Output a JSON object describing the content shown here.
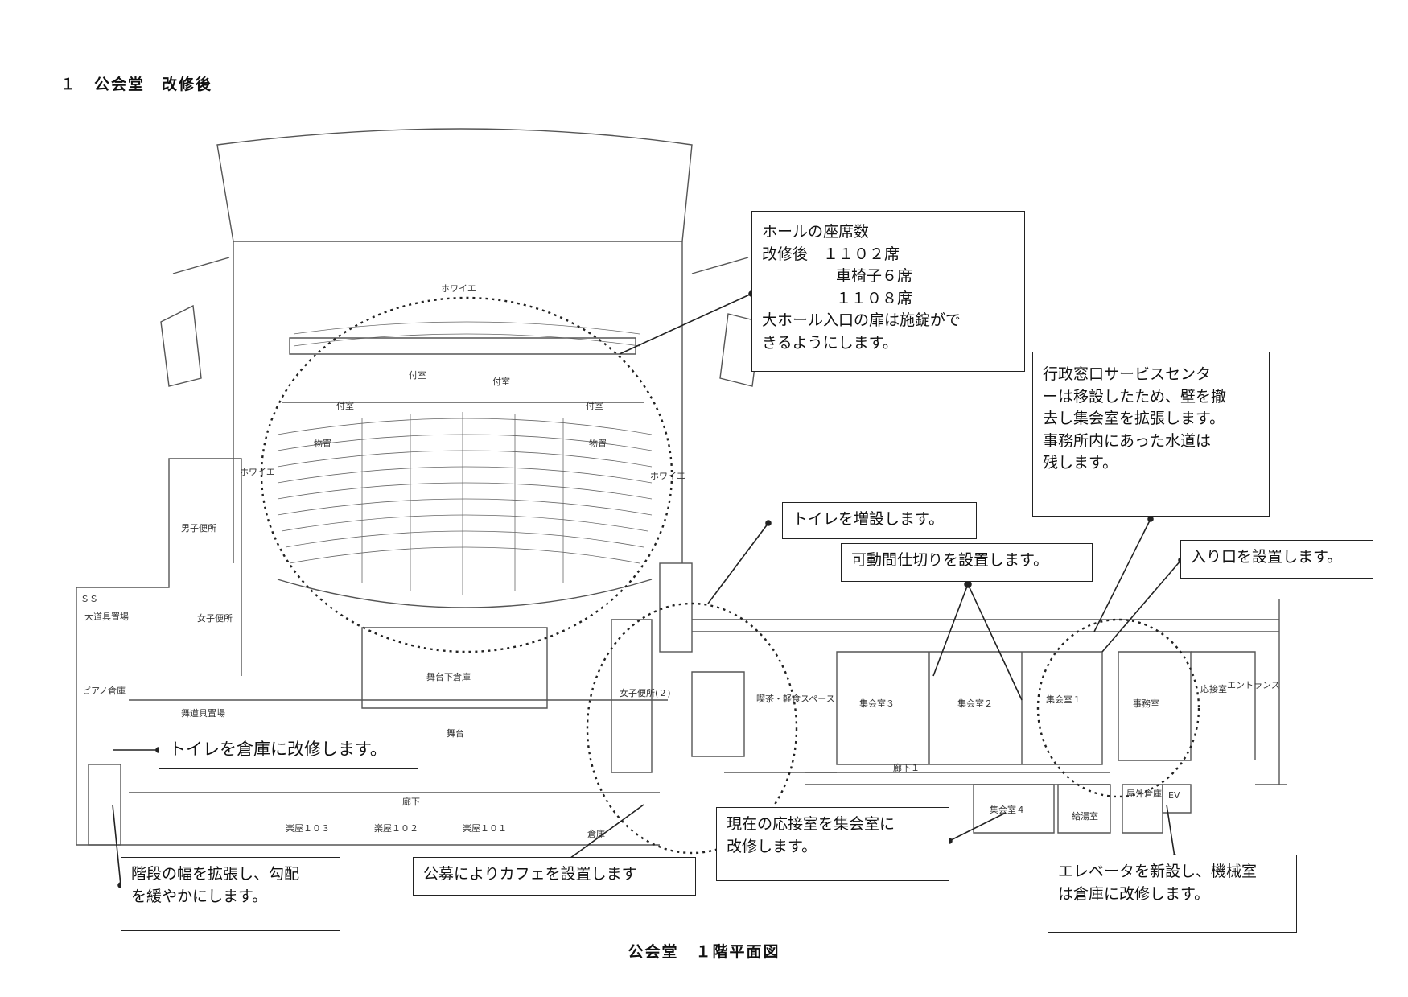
{
  "heading": "１　公会堂　改修後",
  "caption": "公会堂　１階平面図",
  "callouts": {
    "seats": {
      "line1": "ホールの座席数",
      "line2": "改修後　１１０２席",
      "line3": "車椅子６席",
      "line4": "１１０８席",
      "line5": "大ホール入口の扉は施錠がで",
      "line6": "きるようにします。"
    },
    "service_center": {
      "line1": "行政窓口サービスセンタ",
      "line2": "ーは移設したため、壁を撤",
      "line3": "去し集会室を拡張します。",
      "line4": "事務所内にあった水道は",
      "line5": "残します。"
    },
    "toilet_add": "トイレを増設します。",
    "partition": "可動間仕切りを設置します。",
    "entrance": "入り口を設置します。",
    "toilet_storage": "トイレを倉庫に改修します。",
    "reception": {
      "line1": "現在の応接室を集会室に",
      "line2": "改修します。"
    },
    "cafe": "公募によりカフェを設置します",
    "stairs": {
      "line1": "階段の幅を拡張し、勾配",
      "line2": "を緩やかにします。"
    },
    "elevator": {
      "line1": "エレベータを新設し、機械室",
      "line2": "は倉庫に改修します。"
    }
  },
  "plan_labels": {
    "foyer_top": "ホワイエ",
    "foyer_left": "ホワイエ",
    "foyer_right": "ホワイエ",
    "storage_left": "物置",
    "storage_right": "物置",
    "fuku_center": "付室",
    "fuku_left": "付室",
    "fuku_mid": "付室",
    "fuku_right": "付室",
    "men_wc_left": "男子便所",
    "women_wc_left": "女子便所",
    "large_props": "大道具置場",
    "piano": "ピアノ倉庫",
    "small_props": "舞道具置場",
    "stage": "舞台",
    "under_stage": "舞台下倉庫",
    "corridor": "廊下",
    "corridor1": "廊下１",
    "meeting1": "集会室１",
    "meeting2": "集会室２",
    "meeting3": "集会室３",
    "meeting4": "集会室４",
    "office": "事務室",
    "reception_room": "応接室",
    "entrance_hall": "エントランス",
    "kitchen": "給湯室",
    "outdoor_storage": "屋外倉庫",
    "ev": "EV",
    "cafe_space": "喫茶・軽食スペース",
    "dressing101": "楽屋１０１",
    "dressing102": "楽屋１０２",
    "dressing103": "楽屋１０３",
    "storage": "倉庫",
    "women_wc_mid": "女子便所(２)",
    "ss": "ＳＳ"
  },
  "colors": {
    "line": "#555555",
    "dark": "#222222",
    "accent": "#111111"
  }
}
